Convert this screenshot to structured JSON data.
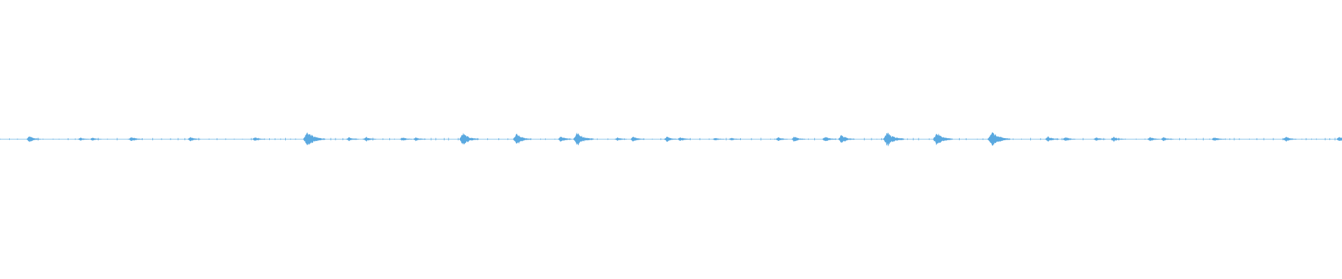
{
  "waveform": {
    "color": "#5aa9e0",
    "baseline_color": "#8fc6ea",
    "peak_amplitude": 1.0,
    "bursts": [
      {
        "t": 0.022,
        "a": 0.35
      },
      {
        "t": 0.06,
        "a": 0.18
      },
      {
        "t": 0.069,
        "a": 0.16
      },
      {
        "t": 0.098,
        "a": 0.28
      },
      {
        "t": 0.142,
        "a": 0.25
      },
      {
        "t": 0.19,
        "a": 0.22
      },
      {
        "t": 0.229,
        "a": 0.9
      },
      {
        "t": 0.26,
        "a": 0.25
      },
      {
        "t": 0.273,
        "a": 0.25
      },
      {
        "t": 0.3,
        "a": 0.22
      },
      {
        "t": 0.31,
        "a": 0.22
      },
      {
        "t": 0.345,
        "a": 0.7
      },
      {
        "t": 0.385,
        "a": 0.62
      },
      {
        "t": 0.418,
        "a": 0.33
      },
      {
        "t": 0.43,
        "a": 0.78
      },
      {
        "t": 0.46,
        "a": 0.2
      },
      {
        "t": 0.472,
        "a": 0.3
      },
      {
        "t": 0.497,
        "a": 0.28
      },
      {
        "t": 0.507,
        "a": 0.25
      },
      {
        "t": 0.533,
        "a": 0.15
      },
      {
        "t": 0.545,
        "a": 0.15
      },
      {
        "t": 0.58,
        "a": 0.2
      },
      {
        "t": 0.592,
        "a": 0.3
      },
      {
        "t": 0.615,
        "a": 0.32
      },
      {
        "t": 0.627,
        "a": 0.5
      },
      {
        "t": 0.661,
        "a": 0.82
      },
      {
        "t": 0.698,
        "a": 0.75
      },
      {
        "t": 0.739,
        "a": 0.92
      },
      {
        "t": 0.781,
        "a": 0.33
      },
      {
        "t": 0.794,
        "a": 0.25
      },
      {
        "t": 0.817,
        "a": 0.2
      },
      {
        "t": 0.83,
        "a": 0.28
      },
      {
        "t": 0.857,
        "a": 0.25
      },
      {
        "t": 0.867,
        "a": 0.22
      },
      {
        "t": 0.905,
        "a": 0.22
      },
      {
        "t": 0.958,
        "a": 0.3
      },
      {
        "t": 0.998,
        "a": 0.3
      }
    ]
  }
}
